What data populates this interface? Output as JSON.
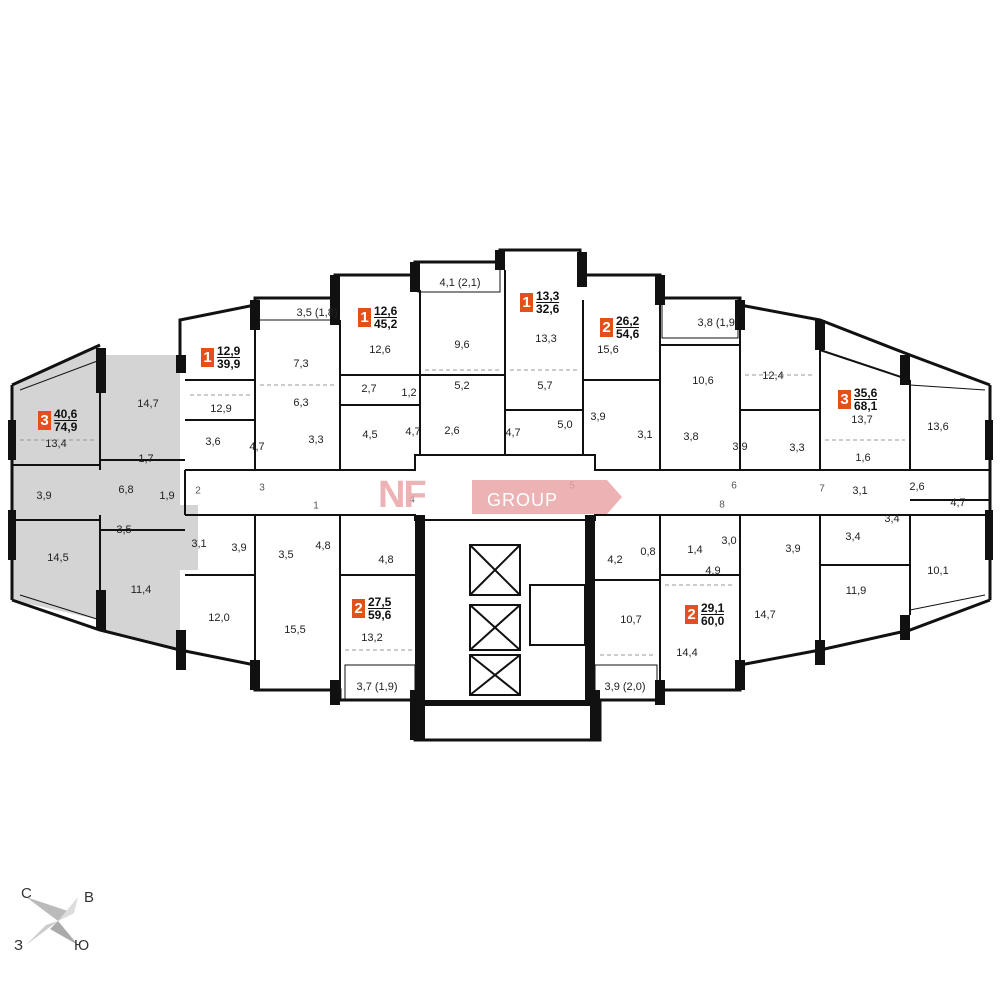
{
  "apartments": [
    {
      "id": "a1",
      "rooms": "3",
      "living": "40,6",
      "total": "74,9",
      "selected": true
    },
    {
      "id": "a2",
      "rooms": "1",
      "living": "12,9",
      "total": "39,9",
      "selected": false
    },
    {
      "id": "a3",
      "rooms": "1",
      "living": "12,6",
      "total": "45,2",
      "selected": false
    },
    {
      "id": "a4",
      "rooms": "1",
      "living": "13,3",
      "total": "32,6",
      "selected": false
    },
    {
      "id": "a5",
      "rooms": "2",
      "living": "26,2",
      "total": "54,6",
      "selected": false
    },
    {
      "id": "a6",
      "rooms": "3",
      "living": "35,6",
      "total": "68,1",
      "selected": false
    },
    {
      "id": "a7",
      "rooms": "2",
      "living": "27,5",
      "total": "59,6",
      "selected": false
    },
    {
      "id": "a8",
      "rooms": "2",
      "living": "29,1",
      "total": "60,0",
      "selected": false
    }
  ],
  "room_labels": [
    "14,7",
    "13,4",
    "1,7",
    "3,9",
    "6,8",
    "1,9",
    "3,5",
    "3,1",
    "14,5",
    "11,4",
    "12,9",
    "7,3",
    "6,3",
    "3,6",
    "4,7",
    "3,3",
    "3,5 (1,8)",
    "12,6",
    "2,7",
    "4,5",
    "1,2",
    "4,7",
    "4,1 (2,1)",
    "9,6",
    "5,2",
    "2,6",
    "13,3",
    "5,7",
    "4,7",
    "5,0",
    "15,6",
    "3,9",
    "3,1",
    "3,8",
    "3,8 (1,9)",
    "10,6",
    "3,9",
    "12,4",
    "3,3",
    "13,7",
    "1,6",
    "13,6",
    "3,1",
    "2,6",
    "4,7",
    "3,4",
    "3,4",
    "3,9",
    "11,9",
    "10,1",
    "3,9",
    "3,5",
    "4,8",
    "4,8",
    "12,0",
    "15,5",
    "13,2",
    "3,7 (1,9)",
    "4,2",
    "0,8",
    "1,4",
    "3,0",
    "4,9",
    "10,7",
    "14,4",
    "14,7",
    "3,9 (2,0)"
  ],
  "door_numbers": [
    "1",
    "2",
    "3",
    "4",
    "5",
    "6",
    "7",
    "8"
  ],
  "logo": {
    "mark": "NF",
    "text": "GROUP"
  },
  "compass": {
    "n": "С",
    "e": "В",
    "w": "З",
    "s": "Ю"
  },
  "colors": {
    "accent": "#e4501b",
    "selected_fill": "#d4d4d4",
    "wall": "#111111",
    "logo": "#e9a5a8"
  }
}
